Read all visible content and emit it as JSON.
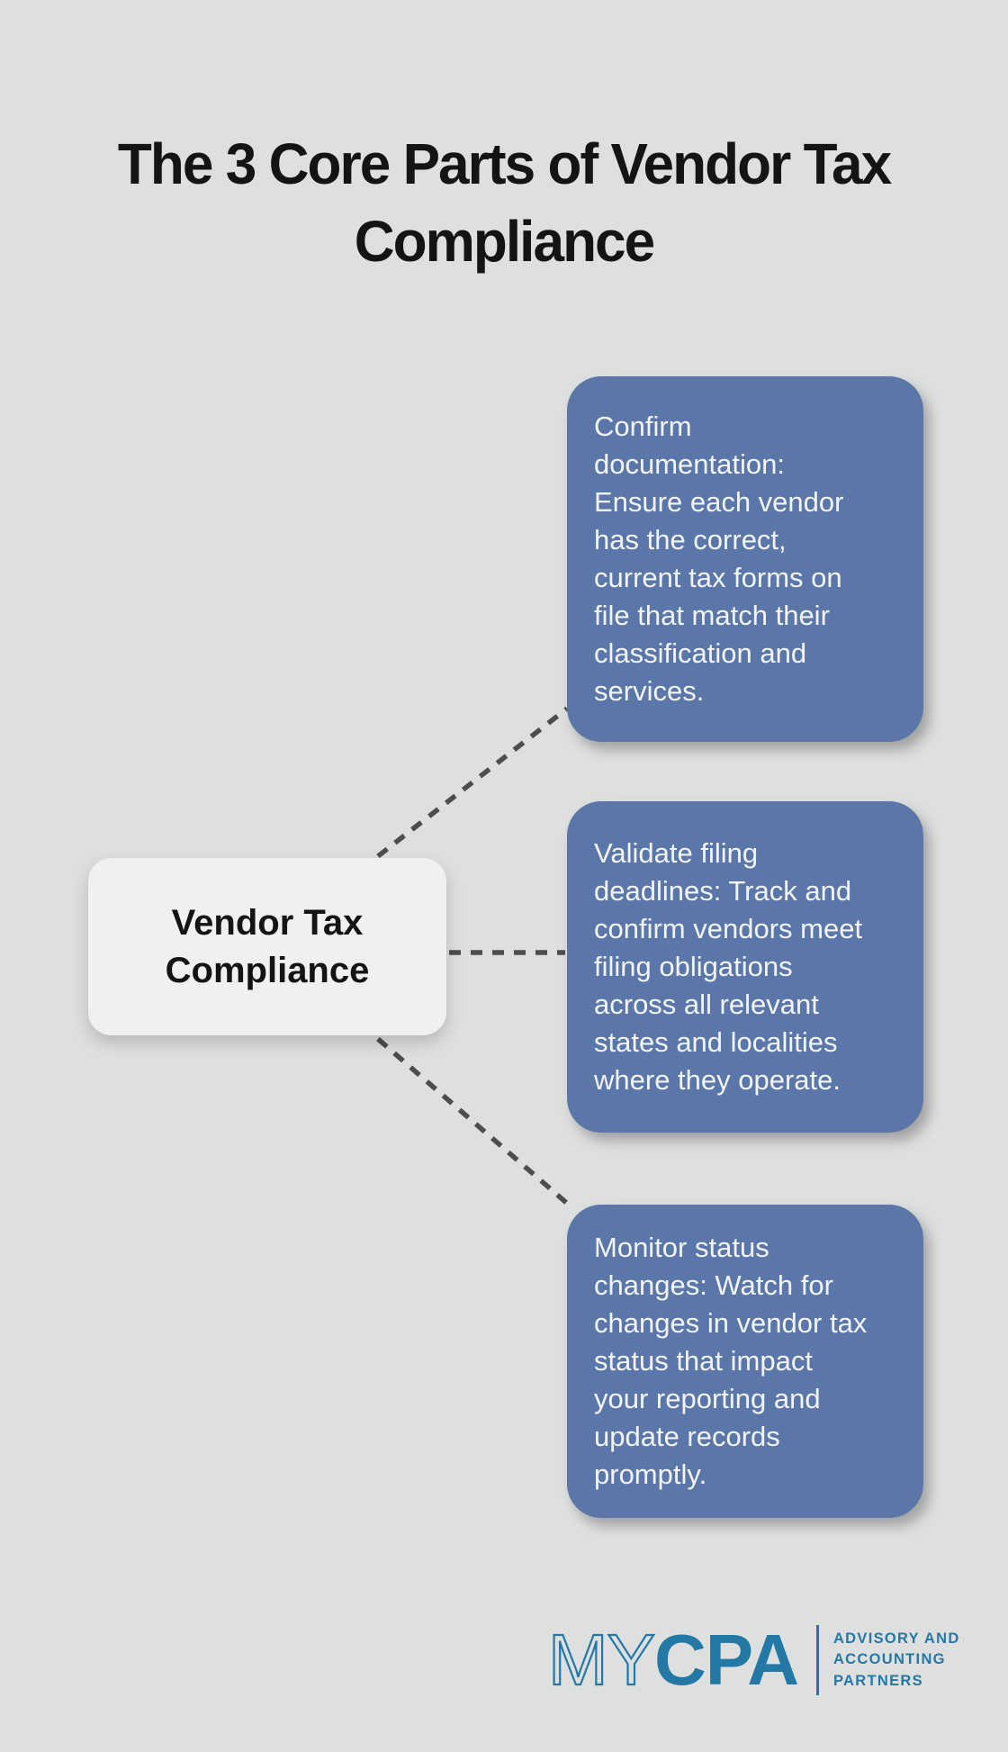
{
  "title": "The 3 Core Parts of Vendor Tax\nCompliance",
  "center_node": {
    "label": "Vendor Tax\nCompliance"
  },
  "cards": [
    {
      "text": "Confirm\ndocumentation:\nEnsure each vendor\nhas the correct,\ncurrent tax forms on\nfile that match their\nclassification and\nservices."
    },
    {
      "text": "Validate filing\ndeadlines: Track and\nconfirm vendors meet\nfiling obligations\nacross all relevant\nstates and localities\nwhere they operate."
    },
    {
      "text": "Monitor status\nchanges: Watch for\nchanges in vendor tax\nstatus that impact\nyour reporting and\nupdate records\npromptly."
    }
  ],
  "logo": {
    "brand_thin": "MY",
    "brand_bold": "CPA",
    "tagline_line1": "ADVISORY AND",
    "tagline_line2": "ACCOUNTING",
    "tagline_line3": "PARTNERS"
  },
  "colors": {
    "background": "#dee0e0",
    "card_blue": "#5b76a9",
    "card_text": "#f2f5f7",
    "center_node_bg": "#f0f0f2",
    "title_text": "#141414",
    "connector_gray": "#4d4d4d",
    "logo_teal": "#2478a6"
  }
}
